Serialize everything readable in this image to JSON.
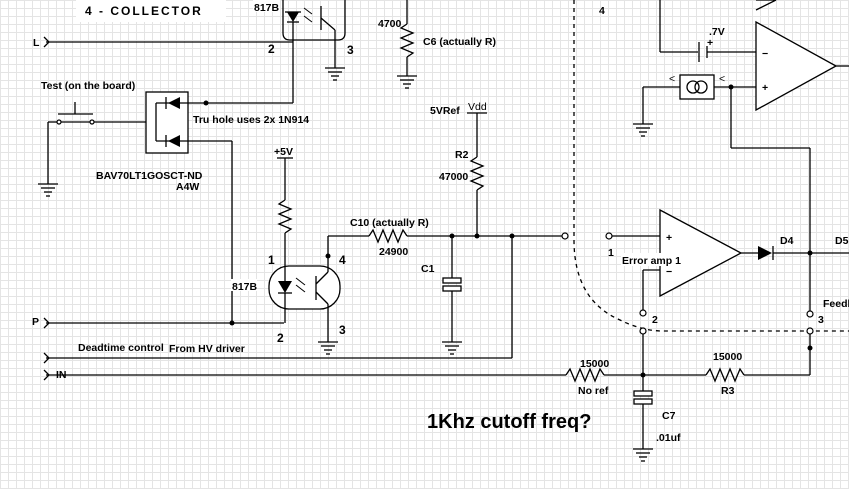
{
  "header": {
    "section_title": "4 - COLLECTOR"
  },
  "ports": {
    "L": "L",
    "P": "P",
    "IN": "IN",
    "deadtime": "Deadtime control",
    "from_hv": "From HV driver"
  },
  "test_switch": {
    "label": "Test (on the board)"
  },
  "diode_pack": {
    "note": "Tru hole uses 2x 1N914",
    "part": "BAV70LT1GOSCT-ND",
    "ref": "A4W"
  },
  "opto_top": {
    "name": "817B",
    "pin_2": "2",
    "pin_3": "3"
  },
  "opto_mid": {
    "name": "817B",
    "pin_1": "1",
    "pin_2": "2",
    "pin_3": "3",
    "pin_4": "4"
  },
  "supply": {
    "plus5v": "+5V",
    "ref5v": "5VRef",
    "vdd": "Vdd"
  },
  "components": {
    "r4700": {
      "value": "4700"
    },
    "c6": {
      "label": "C6 (actually R)"
    },
    "r2": {
      "label": "R2",
      "value": "47000"
    },
    "c10": {
      "label": "C10 (actually R)",
      "value": "24900"
    },
    "c1": {
      "label": "C1"
    },
    "r15000_left": {
      "value": "15000",
      "note": "No ref"
    },
    "r3": {
      "label": "R3",
      "value": "15000"
    },
    "c7": {
      "label": "C7",
      "value": ".01uf"
    },
    "vref": {
      "value": ".7V"
    },
    "d4": {
      "label": "D4"
    },
    "d5": {
      "label": "D5"
    }
  },
  "error_amp": {
    "label": "Error amp 1",
    "plus": "+",
    "minus": "−",
    "pin_1": "1",
    "pin_2": "2",
    "pin_3": "3",
    "top_pin": "4"
  },
  "top_amp": {
    "plus": "+",
    "minus": "−"
  },
  "feedback": {
    "label": "Feedb"
  },
  "note": {
    "text": "1Khz cutoff freq?"
  }
}
